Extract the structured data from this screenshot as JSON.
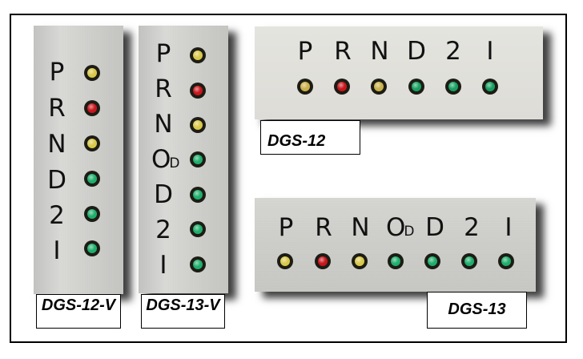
{
  "colors": {
    "yellow": "#d9c84a",
    "red": "#c8161c",
    "green": "#1fae6c",
    "frame": "#000000"
  },
  "panels": [
    {
      "id": "dgs-12-v",
      "label": "DGS-12-V",
      "orientation": "vertical",
      "positions": [
        {
          "gear": "P",
          "led": "yellow"
        },
        {
          "gear": "R",
          "led": "red"
        },
        {
          "gear": "N",
          "led": "yellow"
        },
        {
          "gear": "D",
          "led": "green"
        },
        {
          "gear": "2",
          "led": "green"
        },
        {
          "gear": "I",
          "led": "green"
        }
      ]
    },
    {
      "id": "dgs-13-v",
      "label": "DGS-13-V",
      "orientation": "vertical",
      "positions": [
        {
          "gear": "P",
          "led": "yellow"
        },
        {
          "gear": "R",
          "led": "red"
        },
        {
          "gear": "N",
          "led": "yellow"
        },
        {
          "gear": "O",
          "gear_sub": "D",
          "led": "green"
        },
        {
          "gear": "D",
          "led": "green"
        },
        {
          "gear": "2",
          "led": "green"
        },
        {
          "gear": "I",
          "led": "green"
        }
      ]
    },
    {
      "id": "dgs-12",
      "label": "DGS-12",
      "orientation": "horizontal",
      "positions": [
        {
          "gear": "P",
          "led": "yellow"
        },
        {
          "gear": "R",
          "led": "red"
        },
        {
          "gear": "N",
          "led": "yellow"
        },
        {
          "gear": "D",
          "led": "green"
        },
        {
          "gear": "2",
          "led": "green"
        },
        {
          "gear": "I",
          "led": "green"
        }
      ]
    },
    {
      "id": "dgs-13",
      "label": "DGS-13",
      "orientation": "horizontal",
      "positions": [
        {
          "gear": "P",
          "led": "yellow"
        },
        {
          "gear": "R",
          "led": "red"
        },
        {
          "gear": "N",
          "led": "yellow"
        },
        {
          "gear": "O",
          "gear_sub": "D",
          "led": "green"
        },
        {
          "gear": "D",
          "led": "green"
        },
        {
          "gear": "2",
          "led": "green"
        },
        {
          "gear": "I",
          "led": "green"
        }
      ]
    }
  ]
}
